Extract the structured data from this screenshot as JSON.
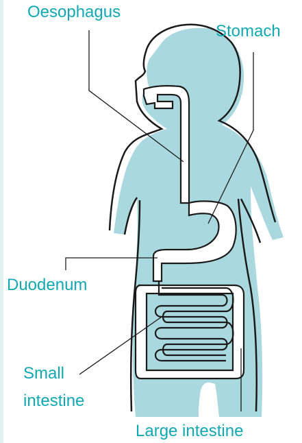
{
  "labels": {
    "oesophagus": "Oesophagus",
    "stomach": "Stomach",
    "duodenum": "Duodenum",
    "small_intestine_line1": "Small",
    "small_intestine_line2": "intestine",
    "large_intestine": "Large intestine"
  },
  "colors": {
    "label_text": "#11a8b4",
    "body_fill": "#a9d8de",
    "outline": "#1a1a1a",
    "background": "#ffffff",
    "side_strip": "#e3f1f2"
  }
}
